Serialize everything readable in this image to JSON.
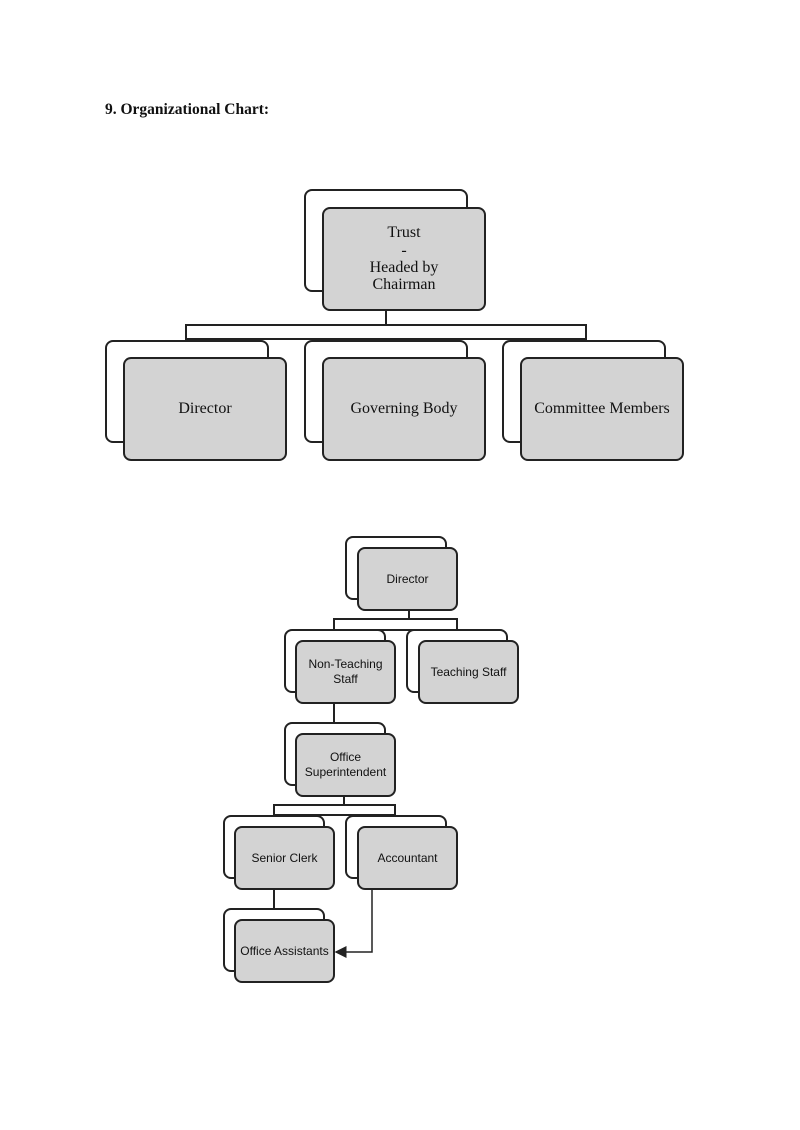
{
  "heading": "9. Organizational Chart:",
  "chart1": {
    "trust": {
      "line1": "Trust",
      "line2": "-",
      "line3": "Headed by",
      "line4": "Chairman"
    },
    "director": "Director",
    "governing_body": "Governing Body",
    "committee_members": "Committee Members"
  },
  "chart2": {
    "director": "Director",
    "non_teaching": {
      "line1": "Non-Teaching",
      "line2": "Staff"
    },
    "teaching_staff": "Teaching Staff",
    "office_superintendent": {
      "line1": "Office",
      "line2": "Superintendent"
    },
    "senior_clerk": "Senior Clerk",
    "accountant": "Accountant",
    "office_assistants": "Office Assistants"
  },
  "colors": {
    "box_fill": "#d3d3d3",
    "stroke": "#222222",
    "back_fill": "#ffffff"
  }
}
